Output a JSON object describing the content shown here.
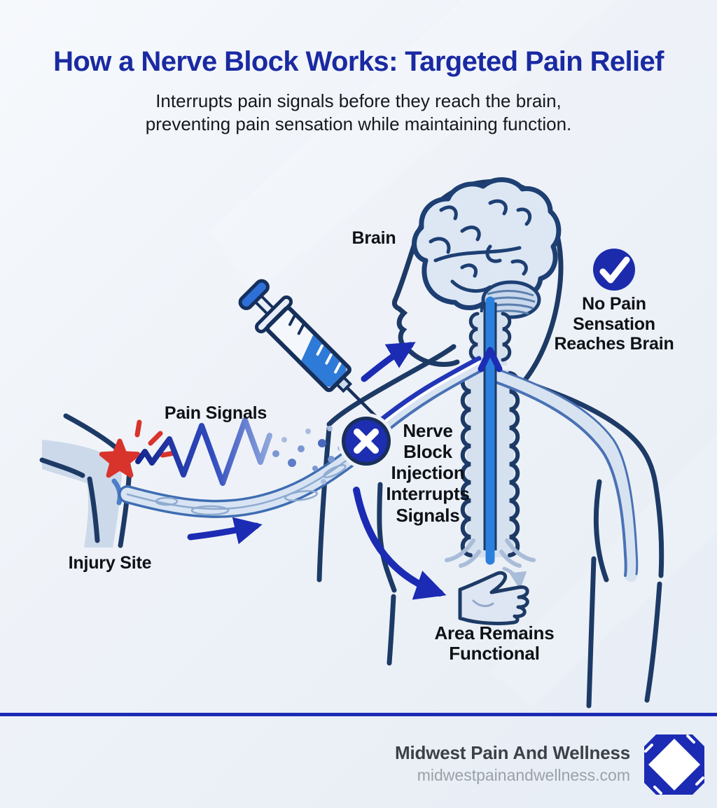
{
  "header": {
    "title": "How a Nerve Block Works: Targeted Pain Relief",
    "subtitle_line1": "Interrupts pain signals before they reach the brain,",
    "subtitle_line2": "preventing pain sensation while maintaining function."
  },
  "diagram": {
    "labels": {
      "brain": "Brain",
      "pain_signals": "Pain Signals",
      "injury_site": "Injury Site",
      "nerve_block": [
        "Nerve",
        "Block",
        "Injection",
        "Interrupts",
        "Signals"
      ],
      "no_pain": [
        "No Pain",
        "Sensation",
        "Reaches Brain"
      ],
      "area_functional": [
        "Area Remains",
        "Functional"
      ]
    },
    "icons": {
      "check_badge": "check-icon",
      "block_badge": "x-block-icon",
      "syringe": "syringe-icon",
      "injury_star": "injury-star-icon"
    },
    "colors": {
      "royal_blue": "#1c2bb4",
      "navy_outline": "#1d3a66",
      "cord_blue": "#2b80de",
      "light_fill": "#d8e3f2",
      "injury_red": "#d8342c",
      "title_blue": "#1a2aa2"
    }
  },
  "footer": {
    "brand": "Midwest Pain And Wellness",
    "website": "midwestpainandwellness.com"
  }
}
